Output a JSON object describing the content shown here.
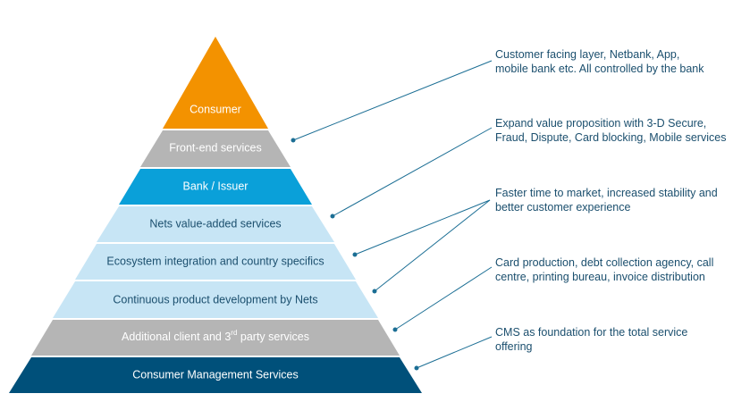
{
  "tiers": [
    {
      "label": "Consumer",
      "fill": "#f39200",
      "text_color": "#ffffff"
    },
    {
      "label": "Front-end services",
      "fill": "#b5b5b5",
      "text_color": "#ffffff"
    },
    {
      "label": "Bank / Issuer",
      "fill": "#0aa0d9",
      "text_color": "#ffffff"
    },
    {
      "label": "Nets value-added services",
      "fill": "#c7e5f5",
      "text_color": "#1b4f6e"
    },
    {
      "label": "Ecosystem integration and country specifics",
      "fill": "#c7e5f5",
      "text_color": "#1b4f6e"
    },
    {
      "label": "Continuous product development by Nets",
      "fill": "#c7e5f5",
      "text_color": "#1b4f6e"
    },
    {
      "label_main": "Additional client and 3",
      "label_sup": "rd",
      "label_tail": " party services",
      "fill": "#b5b5b5",
      "text_color": "#ffffff"
    },
    {
      "label": "Consumer Management Services",
      "fill": "#00507a",
      "text_color": "#ffffff"
    }
  ],
  "annotations": [
    {
      "line1": "Customer facing layer, Netbank, App,",
      "line2": "mobile bank etc. All controlled by the bank"
    },
    {
      "line1": "Expand value proposition with 3-D Secure,",
      "line2": "Fraud, Dispute, Card blocking, Mobile services"
    },
    {
      "line1": "Faster time to market, increased stability and",
      "line2": "better customer experience"
    },
    {
      "line1": "Card production, debt collection agency, call",
      "line2": "centre, printing bureau, invoice distribution"
    },
    {
      "line1": "CMS as foundation for the total service",
      "line2": "offering"
    }
  ],
  "colors": {
    "annotation_text": "#1b4f6e",
    "connector_line": "#1b6e94"
  }
}
